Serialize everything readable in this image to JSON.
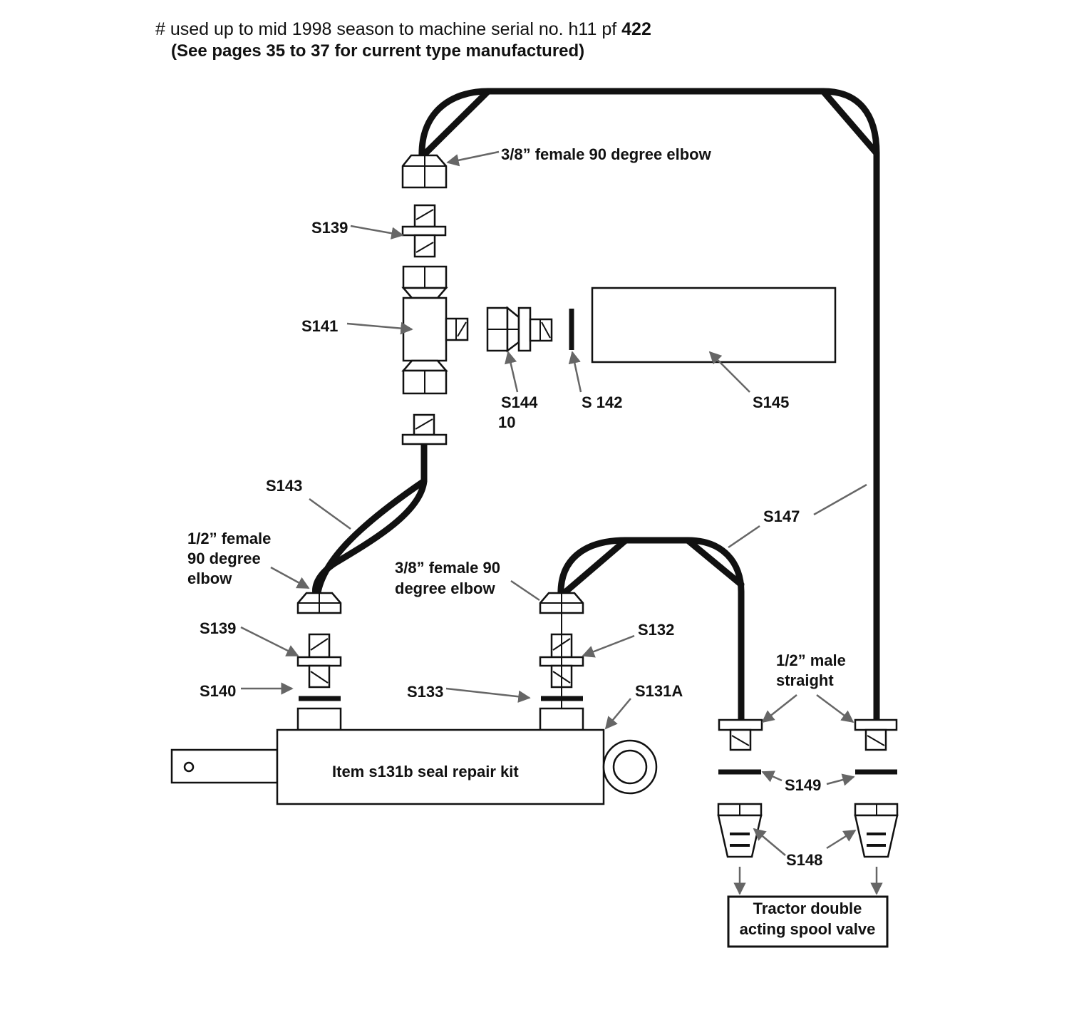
{
  "header": {
    "line1_prefix": "# used up to mid 1998 season to machine serial no. h11 pf ",
    "line1_bold": "422",
    "line2": "(See pages 35 to 37 for current type manufactured)"
  },
  "labels": {
    "elbow_top": "3/8” female 90 degree elbow",
    "s139_top": "S139",
    "s141": "S141",
    "s144": "S144",
    "s144_qty": "10",
    "s142": "S 142",
    "s145": "S145",
    "s143": "S143",
    "elbow_left_1": "1/2” female",
    "elbow_left_2": "90 degree",
    "elbow_left_3": "elbow",
    "elbow_mid_1": "3/8” female 90",
    "elbow_mid_2": "degree elbow",
    "s147": "S147",
    "s139_bottom": "S139",
    "s132": "S132",
    "s140": "S140",
    "s133": "S133",
    "s131a": "S131A",
    "male_straight_1": "1/2” male",
    "male_straight_2": "straight",
    "cylinder": "Item s131b seal repair kit",
    "s149": "S149",
    "s148": "S148",
    "tractor_1": "Tractor double",
    "tractor_2": "acting spool valve"
  },
  "colors": {
    "ink": "#111111",
    "leader": "#666666",
    "background": "#ffffff"
  }
}
